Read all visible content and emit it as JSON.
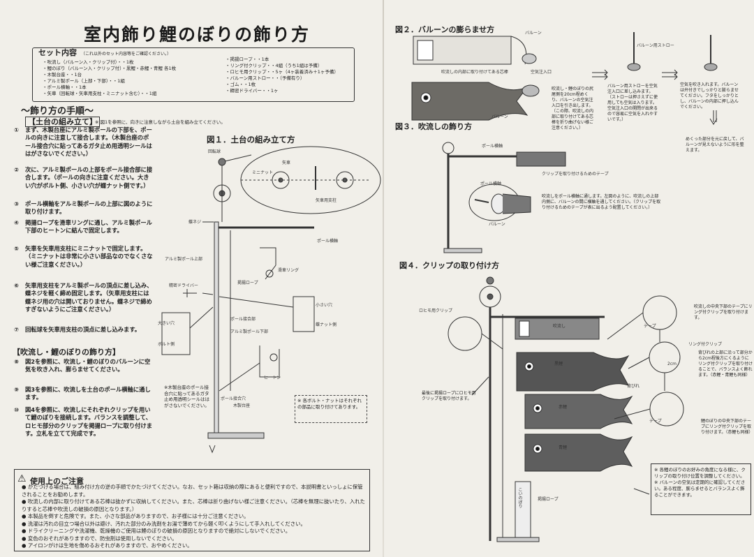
{
  "title": "室内飾り鯉のぼりの飾り方",
  "set": {
    "heading": "セット内容",
    "heading_note": "（これ以外のセット内容等をご確認ください。）",
    "items_left": [
      "・吹流し（バルーン入・クリップ付）・・1枚",
      "・鯉のぼり（バルーン入・クリップ付）・黒鯉・赤鯉・青鯉 各1枚",
      "・木製台座・・1台",
      "・アルミ製ポール（上部・下部）・・1組",
      "・ポール横軸・・1本",
      "・矢車（回転球・矢車用支柱・ミニナット含む）・・1組"
    ],
    "items_right": [
      "・掲揚ロープ・・1本",
      "・リング付クリップ・・4組（うち1組は予備）",
      "・ロヒモ用クリップ・・5ヶ（4ヶ装着済み＋1ヶ予備）",
      "・バルーン用ストロー・・（予備有り）",
      "・ゴム・・1枚",
      "・精密ドライバー・・1ヶ"
    ]
  },
  "procedure": {
    "heading": "〜飾り方の手順〜",
    "base_heading": "【土台の組み立て】",
    "base_note": "※ 図1を参照に、向きに注意しながら土台を組み立てください。",
    "steps_base": [
      {
        "num": "①",
        "text": "まず、木製台座にアルミ製ポールの下部を、ポールの向きに注意して接合します。（木製台座のポール接合穴に貼ってあるガタ止め用透明シールははがさないでください。）"
      },
      {
        "num": "②",
        "text": "次に、アルミ製ポールの上部をポール接合部に接合します。（ポールの向きに注意ください。大きい穴がボルト側、小さい穴が蝶ナット側です。）"
      },
      {
        "num": "③",
        "text": "ポール横軸をアルミ製ポールの上部に図のように取り付けます。"
      },
      {
        "num": "④",
        "text": "掲揚ロープを滑車リングに通し、アルミ製ポール下部のヒートンに結んで固定します。"
      },
      {
        "num": "⑤",
        "text": "矢車を矢車用支柱にミニナットで固定します。（ミニナットは非常に小さい部品なのでなくさない様ご注意ください。）"
      },
      {
        "num": "⑥",
        "text": "矢車用支柱をアルミ製ポールの頂点に差し込み、蝶ネジを軽く締め固定します。（矢車用支柱には蝶ネジ用の穴は開いておりません。蝶ネジで締めすぎないようにご注意ください。）"
      },
      {
        "num": "⑦",
        "text": "回転球を矢車用支柱の頂点に差し込みます。"
      }
    ],
    "koi_heading": "【吹流し・鯉のぼりの飾り方】",
    "steps_koi": [
      {
        "num": "⑧",
        "text": "図2を参照に、吹流し・鯉のぼりのバルーンに空気を吹き入れ、膨らませてください。"
      },
      {
        "num": "⑨",
        "text": "図3を参照に、吹流しを土台のポール横軸に通します。"
      },
      {
        "num": "⑩",
        "text": "図4を参照に、吹流しにそれぞれクリップを用いて鯉のぼりを接続します。バランスを調整して、ロヒモ部分のクリップを掲揚ロープに取り付けます。立札を立てて完成です。"
      }
    ]
  },
  "fig1": {
    "title": "図１．土台の組み立て方",
    "labels": [
      "回転球",
      "ミニナット",
      "矢車",
      "矢車用支柱",
      "蝶ネジ",
      "ポール横軸",
      "滑車リング",
      "アルミ製ポール上部",
      "掲揚ロープ",
      "精密ドライバー",
      "小さい穴",
      "蝶ナット側",
      "大きい穴",
      "ボルト側",
      "ポール接合部",
      "アルミ製ポール下部",
      "ヒートン",
      "ポール接合穴",
      "木製台座"
    ],
    "note_left": "※木製台座のポール接合穴に貼ってあるガタ止め用透明シールははがさないでください。",
    "note_right": "※ 各ボルト・ナットはそれぞれの部品に取り付けてあります。"
  },
  "fig2": {
    "title": "図２．バルーンの膨らませ方",
    "labels": [
      "バルーン",
      "吹流しの内部に取り付けてある芯棒",
      "空気注入口",
      "バルーン",
      "バルーン用ストロー"
    ],
    "text1": "吹流し・鯉のぼりの尻尾側を20cm程めくり、バルーンの空気注入口を引き出します。（この際、吹流しの内部に取り付けてある芯棒を折り曲げない様ご注意ください。）",
    "text2": "バルーン用ストローを空気注入口に差し込みます。（ストローは押さえずに使用しても空気は入ります。空気注入口の開閉が出来るので容易に空気を入れやすいです。）",
    "text3": "空気を吹き入れます。バルーンは弁付きでしっかりと膨らませてください。フタをしっかりとし、バルーンの内部に押し込んでください。",
    "text4": "めくった部分を元に戻して、バルーンが見えないように形を整えます。"
  },
  "fig3": {
    "title": "図３．吹流しの飾り方",
    "labels": [
      "ポール横軸",
      "クリップを取り付けるためのテープ",
      "ポール横軸",
      "バルーン"
    ],
    "text": "吹流しをポール横軸に通します。左図のように、吹流しの上部内側に、バルーンの間に横軸を通してください。（クリップを取り付けるためのテープが表に出るよう配置してください。）"
  },
  "fig4": {
    "title": "図４．クリップの取り付け方",
    "labels": [
      "ロヒモ用クリップ",
      "吹流し",
      "黒鯉",
      "赤鯉",
      "青鯉",
      "テープ",
      "リング付クリップ",
      "2cm",
      "背びれ",
      "テープ",
      "掲揚ロープ"
    ],
    "left_text": "最後に掲揚ロープにロヒモ用クリップを取り付けます。",
    "text1": "吹流しの中央下部のテープにリング付クリップを取り付けます。",
    "text2": "背びれの上部に沿って部分から2cm程後方にくるようにリング付クリップを取り付けることで、バランスよく飾れます。（赤鯉・青鯉も同様）",
    "text3": "鯉のぼりの中央下部のテープにリング付クリップを取り付けます。（赤鯉も同様）",
    "box": "※ 各鯉のぼりのお好みの角度になる様に、クリップの取り付け位置を調整してください。※ バルーンの空気は定期的に確認してください。ある程度、膨らませるとバランスよく飾ることができます。",
    "stand_label": "こいのぼり"
  },
  "caution": {
    "heading": "使用上のご注意",
    "items": [
      "かたづける場合は、組み付け方の逆の手順でかたづけてください。なお、セット箱は収納の際にあると便利ですので、本説明書といっしょに保管されることをお勧めします。",
      "吹流しの内部に取り付けてある芯棒は抜かずに収納してください。また、芯棒は折り曲げない様ご注意ください。（芯棒を無理に抜いたり、入れたりすると芯棒や吹流しの破損の原因となります。）",
      "本製品を倒すと危険です。また、小さな部品がありますので、お子様には十分ご注意ください。",
      "洗濯は汚れの目立つ場合以外は避け、汚れた部分のみ洗剤をお湯で薄めてから軽く叩くようにして手入れしてください。",
      "ドライクリーニングや洗濯機、乾燥機のご使用は鯉のぼりの破損の原因となりますので絶対にしないでください。",
      "変色のおそれがありますので、防虫剤は使用しないでください。",
      "アイロンがけは生地を傷めるおそれがありますので、おやめください。"
    ]
  }
}
